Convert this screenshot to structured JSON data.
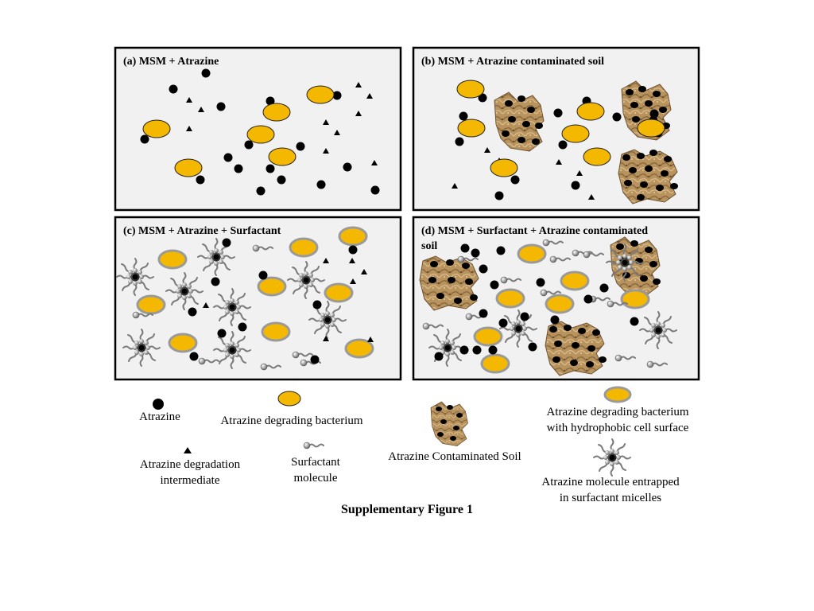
{
  "panels": {
    "a": {
      "title": "(a) MSM + Atrazine"
    },
    "b": {
      "title": "(b) MSM + Atrazine contaminated soil"
    },
    "c": {
      "title": "(c) MSM + Atrazine + Surfactant"
    },
    "d": {
      "title_line1": "(d) MSM + Surfactant + Atrazine contaminated",
      "title_line2": "soil"
    }
  },
  "legend": {
    "atrazine": "Atrazine",
    "bacterium": "Atrazine degrading bacterium",
    "intermediate_line1": "Atrazine degradation",
    "intermediate_line2": "intermediate",
    "surfactant_line1": "Surfactant",
    "surfactant_line2": "molecule",
    "soil": "Atrazine Contaminated Soil",
    "hydrophobic_line1": "Atrazine degrading bacterium",
    "hydrophobic_line2": "with hydrophobic cell surface",
    "micelle_line1": "Atrazine molecule entrapped",
    "micelle_line2": "in surfactant micelles"
  },
  "caption": "Supplementary Figure 1",
  "colors": {
    "panel_bg": "#f1f1f1",
    "bacterium": "#f5b800",
    "bacterium_ring": "#9a9a9a",
    "soil": "#b8935e",
    "soil_dark": "#8a6a3e",
    "atrazine": "#000000"
  }
}
